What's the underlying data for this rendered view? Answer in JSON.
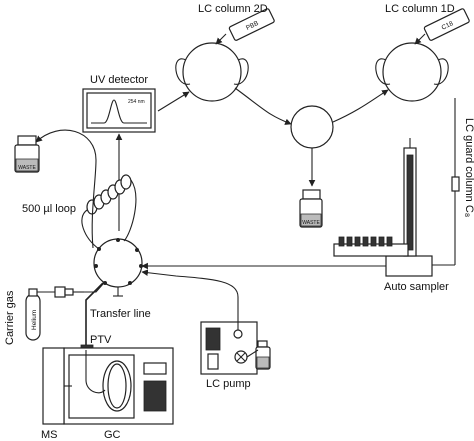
{
  "labels": {
    "lc_column_2d": "LC column 2D",
    "lc_column_1d": "LC column 1D",
    "column_2d_name": "PBB",
    "column_1d_name": "C18",
    "uv_detector": "UV detector",
    "uv_wavelength": "254 nm",
    "waste_top": "WASTE",
    "waste_middle": "WASTE",
    "loop": "500 µl loop",
    "guard_column": "LC guard column C₈",
    "auto_sampler": "Auto sampler",
    "carrier_gas": "Carrier gas",
    "helium": "Helium",
    "transfer_line": "Transfer line",
    "ptv": "PTV",
    "lc_pump": "LC pump",
    "ms": "MS",
    "gc": "GC"
  }
}
